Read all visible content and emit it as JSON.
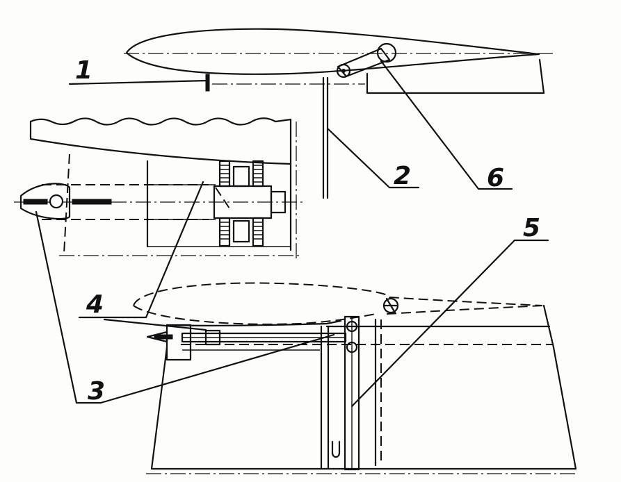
{
  "callouts": {
    "n1": "1",
    "n2": "2",
    "n3": "3",
    "n4": "4",
    "n5": "5",
    "n6": "6"
  }
}
